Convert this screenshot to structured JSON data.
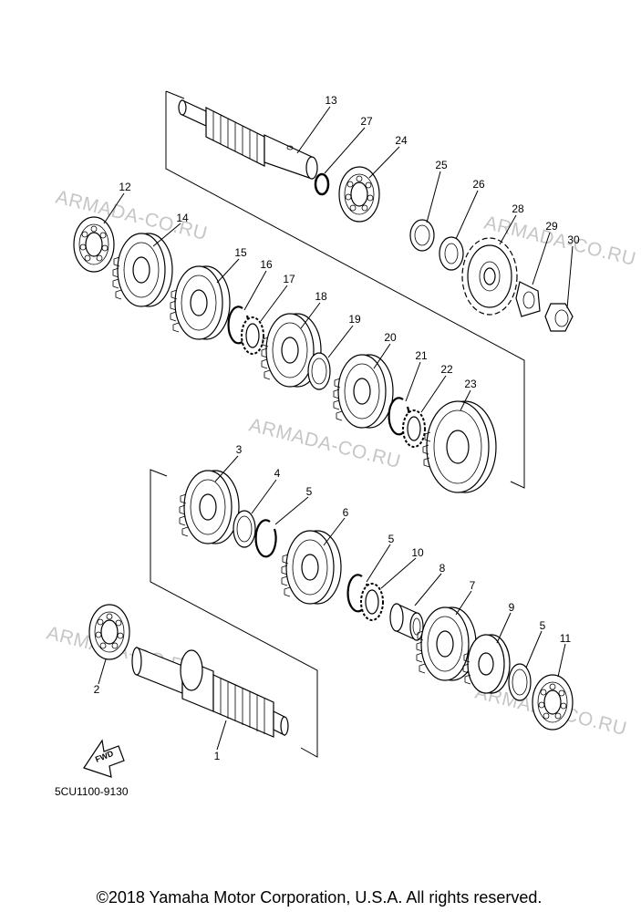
{
  "watermark": "ARMADA-CO.RU",
  "diagram_code": "5CU1100-9130",
  "copyright": "©2018 Yamaha Motor Corporation, U.S.A. All rights reserved.",
  "fwd_label": "FWD",
  "callouts": {
    "c1": "1",
    "c2": "2",
    "c3": "3",
    "c4": "4",
    "c5a": "5",
    "c5b": "5",
    "c5c": "5",
    "c6": "6",
    "c7": "7",
    "c8": "8",
    "c9": "9",
    "c10": "10",
    "c11": "11",
    "c12": "12",
    "c13": "13",
    "c14": "14",
    "c15": "15",
    "c16": "16",
    "c17": "17",
    "c18": "18",
    "c19": "19",
    "c20": "20",
    "c21": "21",
    "c22": "22",
    "c23": "23",
    "c24": "24",
    "c25": "25",
    "c26": "26",
    "c27": "27",
    "c28": "28",
    "c29": "29",
    "c30": "30"
  }
}
